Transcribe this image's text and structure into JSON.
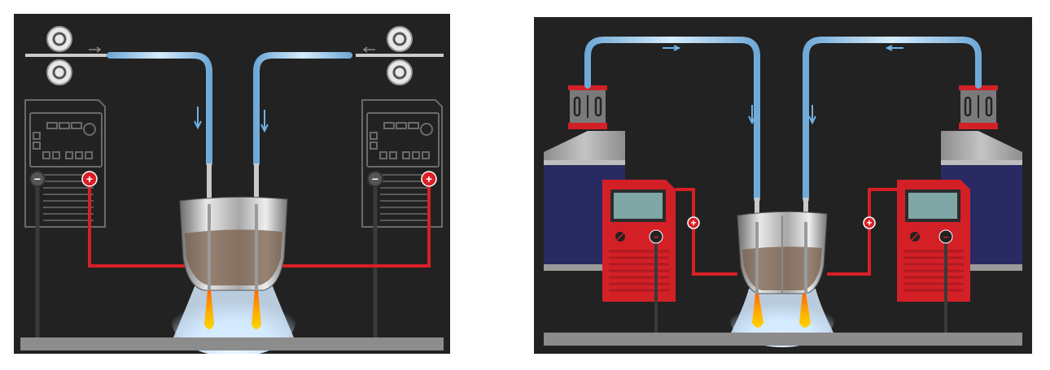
{
  "diagram": {
    "panels": [
      {
        "id": "dual-wire-welding-left",
        "wire_flow_direction": "down-into-torch",
        "components": [
          "wire-feed-rollers",
          "wire-conduits",
          "welding-power-sources",
          "welding-torch",
          "arc-flames",
          "workpiece"
        ]
      },
      {
        "id": "dual-wire-welding-right",
        "wire_flow_direction": "from-drums-over-top-into-torch",
        "components": [
          "wire-feed-units",
          "wire-drums",
          "welding-power-sources",
          "welding-torch",
          "arc-flames",
          "workpiece"
        ]
      }
    ],
    "symbols": {
      "positive": "+",
      "negative": "−"
    },
    "colors": {
      "background": "#222222",
      "wire": "#a9d3f2",
      "cable": "#d91f26",
      "machine_red": "#d32027",
      "machine_outline": "#6a6a6a",
      "screen": "#7ea7a6",
      "drum_blue": "#2a2a63",
      "workpiece": "#8c8c8c",
      "flame_core": "#ffb000"
    }
  }
}
